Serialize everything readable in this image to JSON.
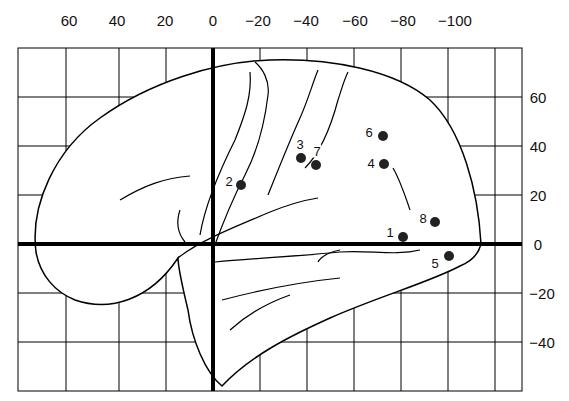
{
  "diagram": {
    "labels": [
      "60",
      "40",
      "20",
      "0",
      "−20",
      "−40",
      "−60",
      "−80",
      "−100",
      "60",
      "40",
      "20",
      "0",
      "−20",
      "−40",
      "1",
      "2",
      "3",
      "4",
      "5",
      "6",
      "7",
      "8"
    ]
  }
}
